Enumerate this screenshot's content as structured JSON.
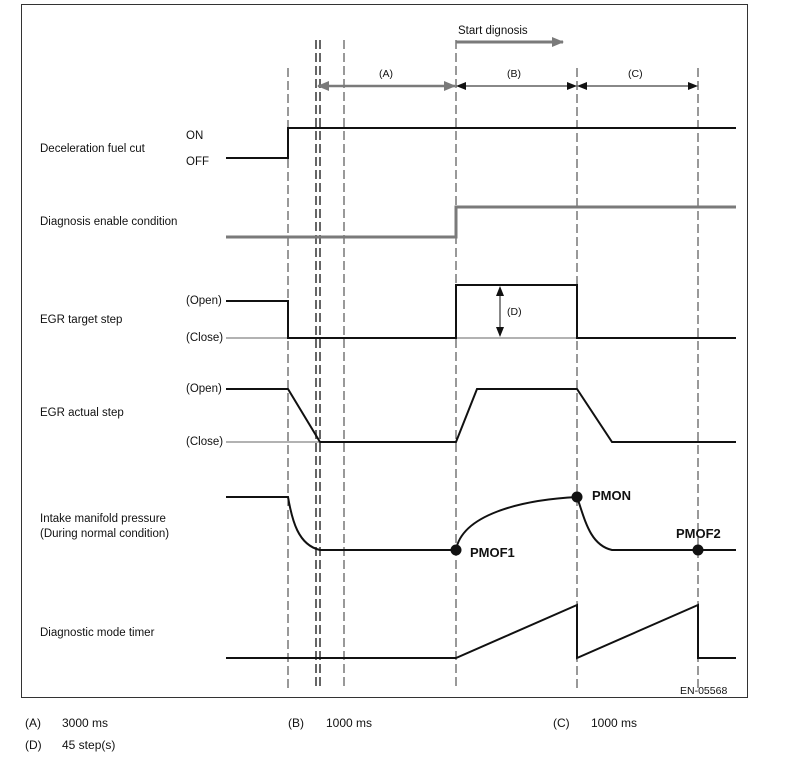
{
  "annotations": {
    "start": "Start dignosis",
    "interval_a": "(A)",
    "interval_b": "(B)",
    "interval_c": "(C)",
    "interval_d": "(D)",
    "figure_code": "EN-05568"
  },
  "signals": {
    "decel_fuel_cut": {
      "label": "Deceleration fuel cut",
      "high": "ON",
      "low": "OFF"
    },
    "diag_enable": {
      "label": "Diagnosis enable condition"
    },
    "egr_target": {
      "label": "EGR target step",
      "high": "(Open)",
      "low": "(Close)"
    },
    "egr_actual": {
      "label": "EGR actual step",
      "high": "(Open)",
      "low": "(Close)"
    },
    "intake_pressure": {
      "label_line1": "Intake manifold pressure",
      "label_line2": "(During normal condition)",
      "points": [
        "PMOF1",
        "PMON",
        "PMOF2"
      ]
    },
    "diag_timer": {
      "label": "Diagnostic mode timer"
    }
  },
  "legend": [
    {
      "key": "(A)",
      "value": "3000 ms"
    },
    {
      "key": "(B)",
      "value": "1000 ms"
    },
    {
      "key": "(C)",
      "value": "1000 ms"
    },
    {
      "key": "(D)",
      "value": "45 step(s)"
    }
  ],
  "colors": {
    "line": "#111111",
    "grey_line": "#7a7a7a"
  }
}
